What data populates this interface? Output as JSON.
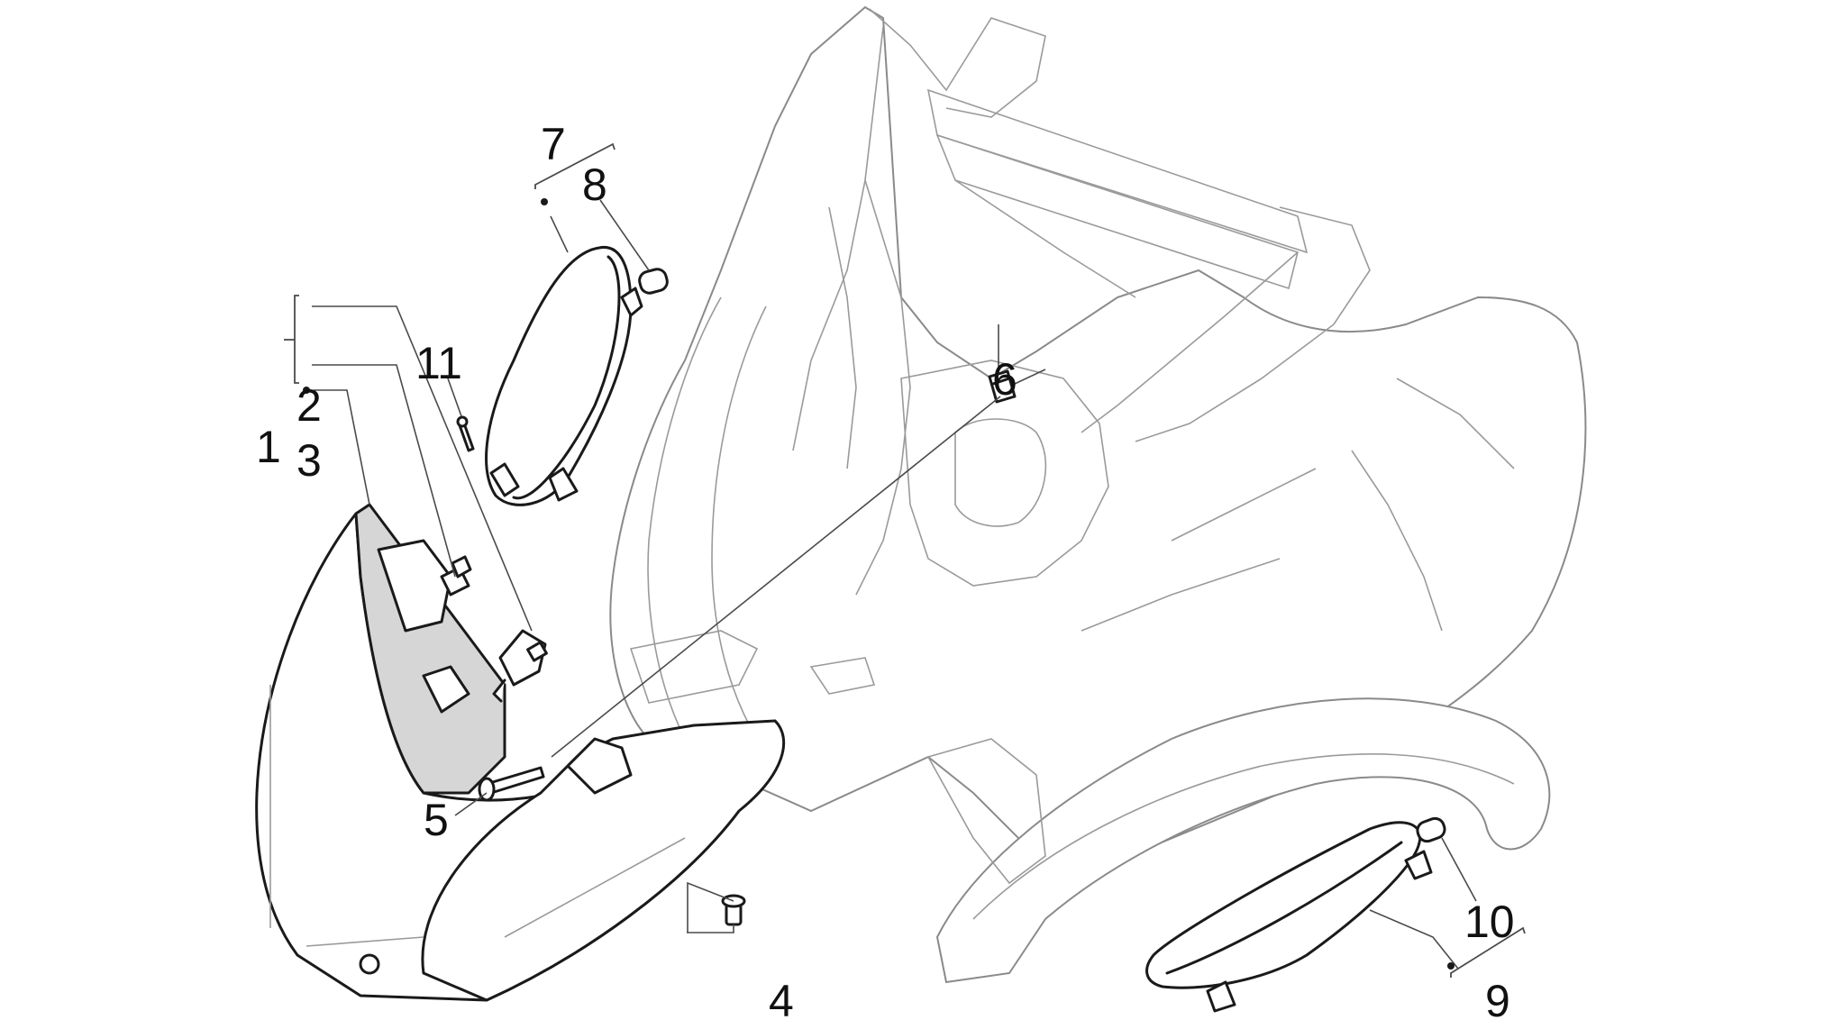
{
  "callouts": {
    "c1": "1",
    "c2": "2",
    "c3": "3",
    "c4": "4",
    "c5": "5",
    "c6": "6",
    "c7": "7",
    "c8": "8",
    "c9": "9",
    "c10": "10",
    "c11": "11"
  },
  "colors": {
    "line": "#1a1a1a",
    "faint_line": "#9a9a9a",
    "background": "#ffffff"
  }
}
